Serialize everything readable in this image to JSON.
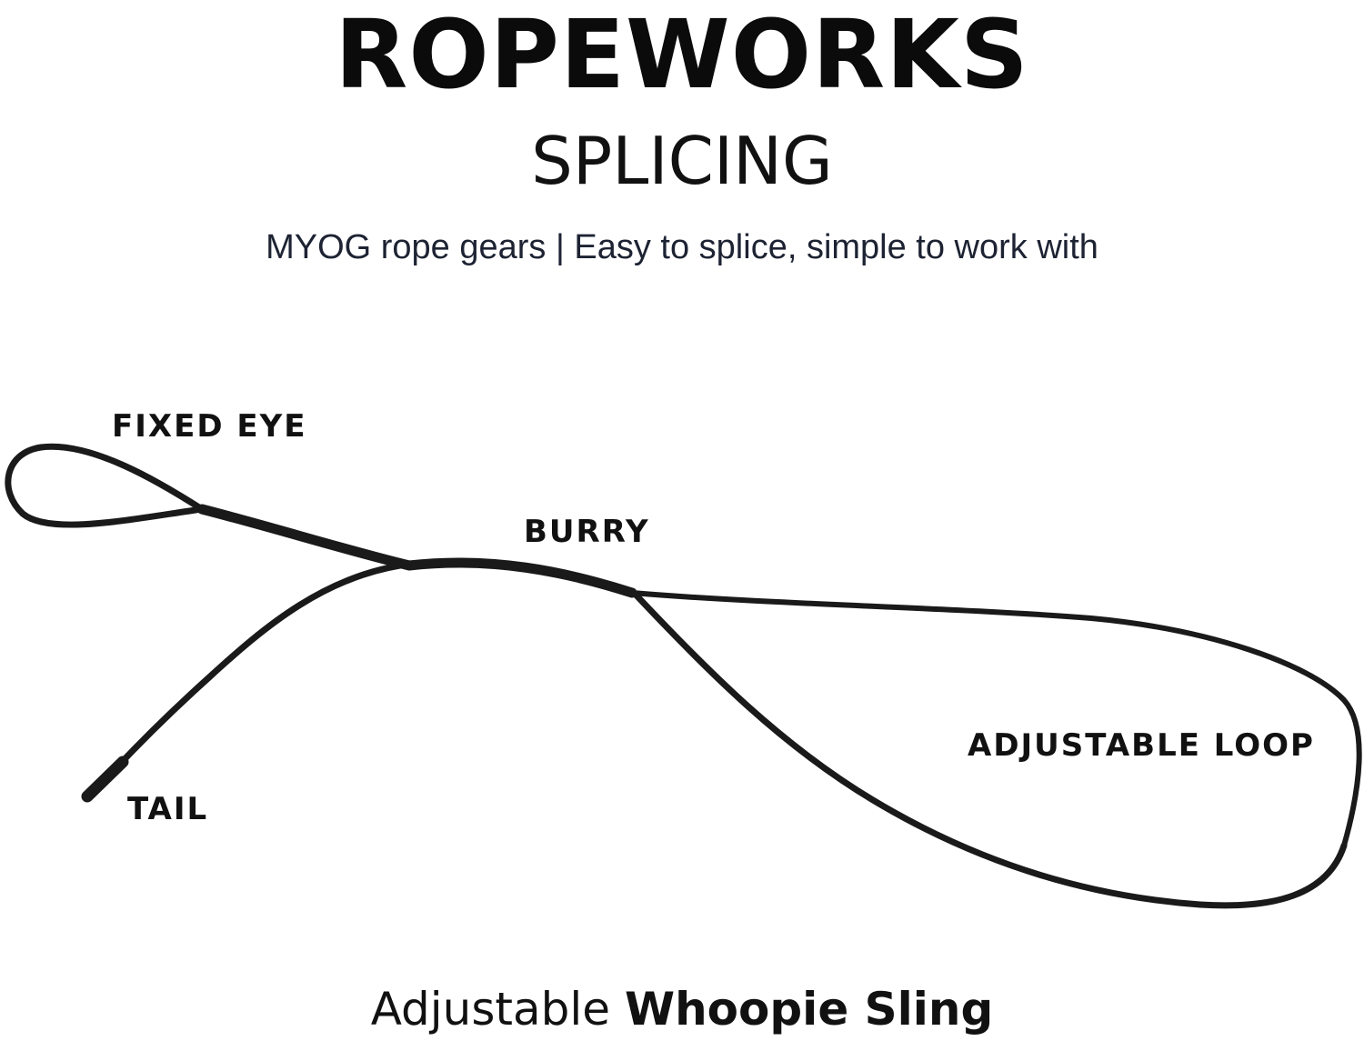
{
  "header": {
    "brand": "ROPEWORKS",
    "subbrand": "SPLICING",
    "tagline": "MYOG rope gears | Easy to splice, simple to work with"
  },
  "diagram": {
    "rope_color": "#1a1a1a",
    "labels": {
      "fixed_eye": "FIXED EYE",
      "burry": "BURRY",
      "adjustable_loop": "ADJUSTABLE LOOP",
      "tail": "TAIL"
    }
  },
  "caption": {
    "prefix": "Adjustable",
    "product": "Whoopie Sling"
  }
}
